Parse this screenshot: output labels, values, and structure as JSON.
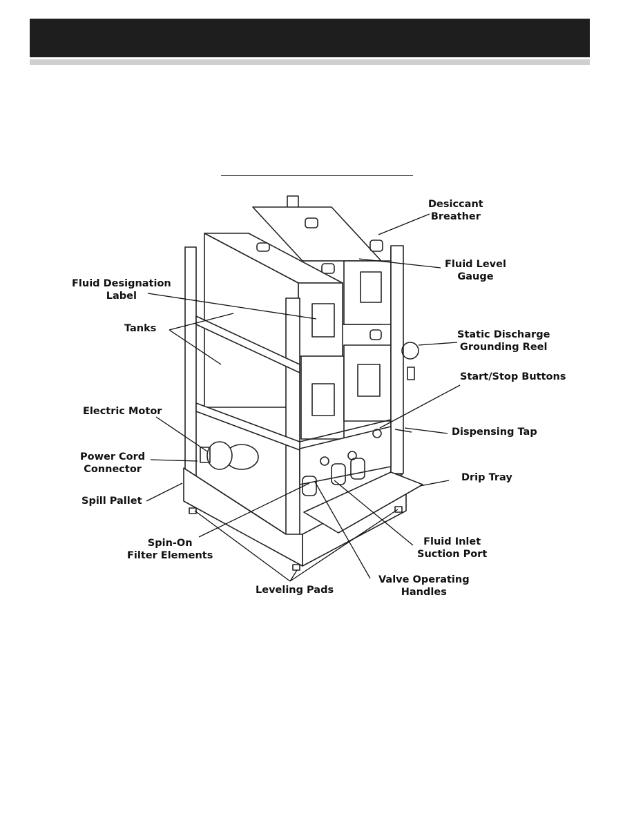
{
  "header": {
    "color": "#1e1e1e",
    "stripe_color": "#cfcfcf"
  },
  "labels": {
    "desiccant_breather": [
      "Desiccant",
      "Breather"
    ],
    "fluid_level_gauge": [
      "Fluid Level",
      "Gauge"
    ],
    "fluid_designation_label": [
      "Fluid Designation",
      "Label"
    ],
    "tanks": [
      "Tanks"
    ],
    "static_discharge_grounding_reel": [
      "Static Discharge",
      "Grounding Reel"
    ],
    "start_stop_buttons": [
      "Start/Stop Buttons"
    ],
    "electric_motor": [
      "Electric Motor"
    ],
    "dispensing_tap": [
      "Dispensing Tap"
    ],
    "power_cord_connector": [
      "Power Cord",
      "Connector"
    ],
    "drip_tray": [
      "Drip Tray"
    ],
    "spill_pallet": [
      "Spill Pallet"
    ],
    "spin_on_filter_elements": [
      "Spin-On",
      "Filter Elements"
    ],
    "fluid_inlet_suction_port": [
      "Fluid Inlet",
      "Suction Port"
    ],
    "valve_operating_handles": [
      "Valve Operating",
      "Handles"
    ],
    "leveling_pads": [
      "Leveling Pads"
    ]
  }
}
